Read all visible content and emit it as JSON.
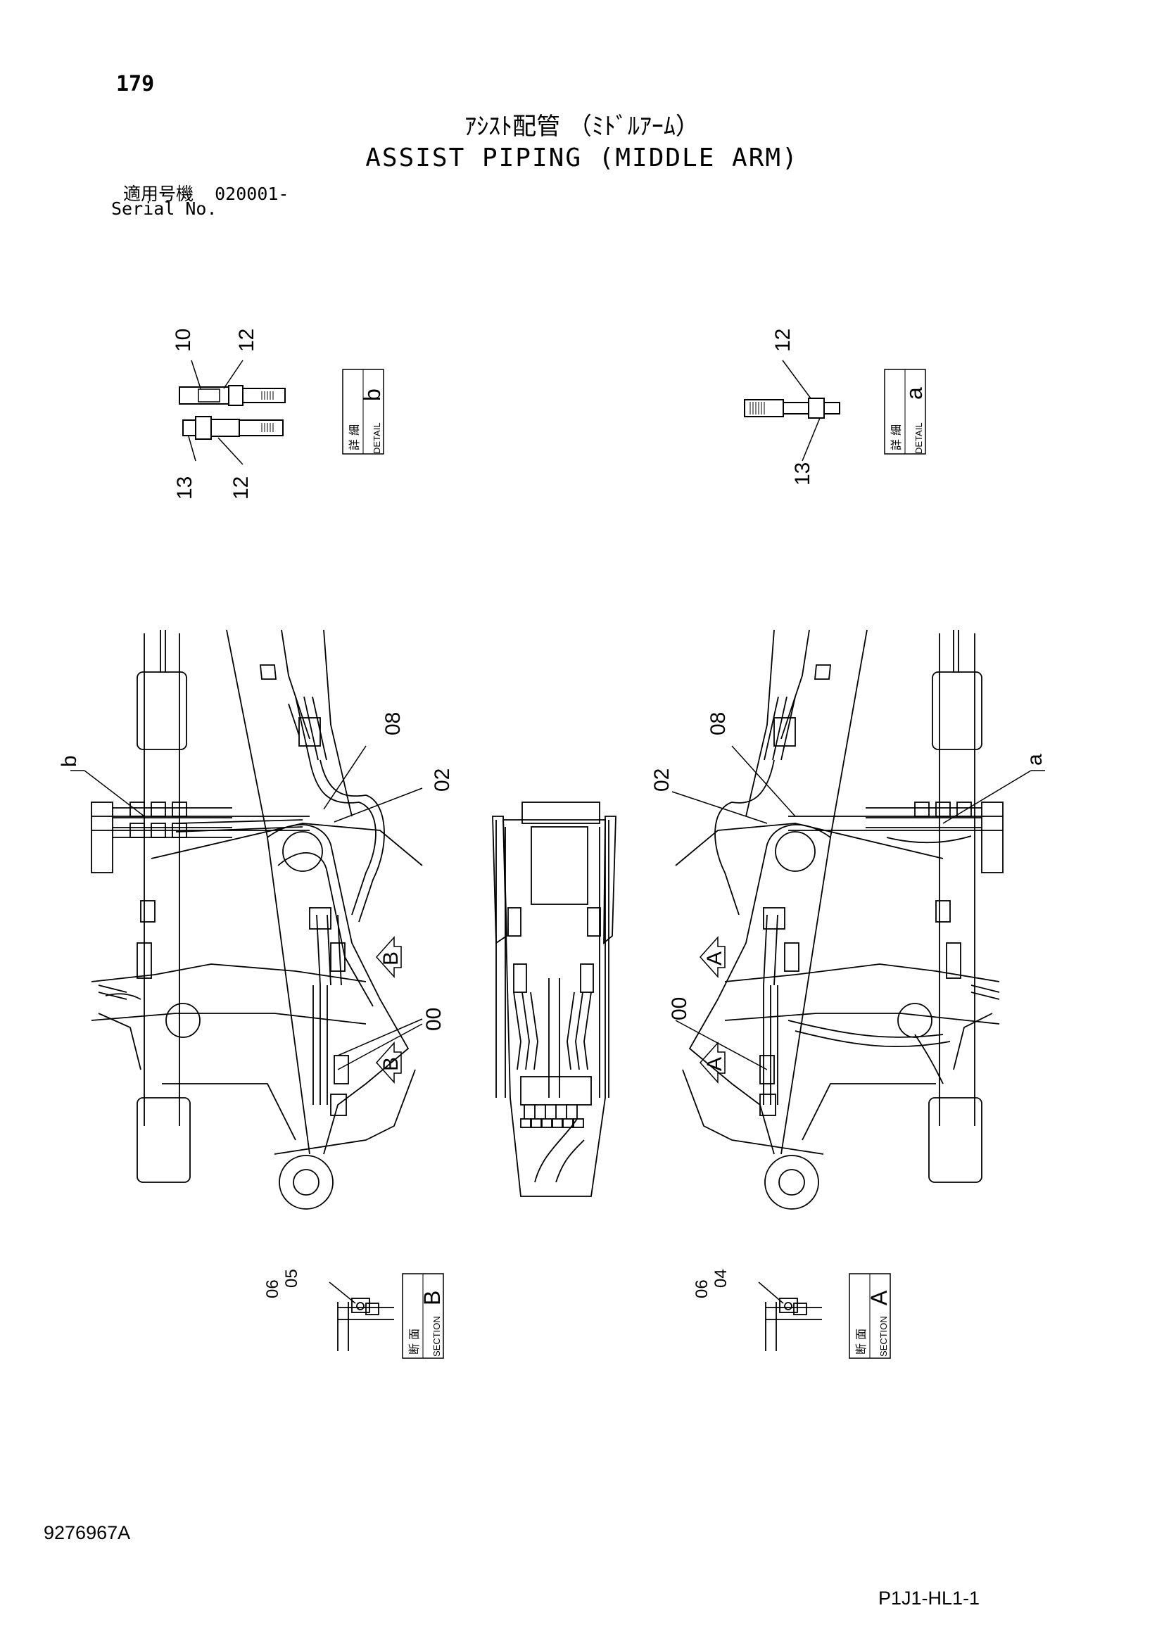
{
  "header": {
    "page_number": "179",
    "title_jp": "ｱｼｽﾄ配管 （ﾐﾄﾞﾙｱｰﾑ）",
    "title_en": "ASSIST PIPING (MIDDLE ARM)",
    "serial_label_jp": "適用号機",
    "serial_value": "020001-",
    "serial_label_en": "Serial No."
  },
  "footer": {
    "document_code": "9276967A",
    "sheet_code": "P1J1-HL1-1"
  },
  "detail_b": {
    "tag_letter": "b",
    "tag_jp": "詳 細",
    "tag_en": "DETAIL",
    "callouts": [
      "10",
      "12",
      "13",
      "12"
    ]
  },
  "detail_a": {
    "tag_letter": "a",
    "tag_jp": "詳 細",
    "tag_en": "DETAIL",
    "callouts": [
      "12",
      "13"
    ]
  },
  "main_left": {
    "callouts": [
      "b",
      "08",
      "02",
      "00"
    ],
    "arrows": [
      "B",
      "B"
    ]
  },
  "main_right": {
    "callouts": [
      "08",
      "a",
      "02",
      "00"
    ],
    "arrows": [
      "A",
      "A"
    ]
  },
  "section_b": {
    "tag_letter": "B",
    "tag_jp": "断 面",
    "tag_en": "SECTION",
    "callouts": [
      "06",
      "05"
    ]
  },
  "section_a": {
    "tag_letter": "A",
    "tag_jp": "断 面",
    "tag_en": "SECTION",
    "callouts": [
      "06",
      "04"
    ]
  }
}
